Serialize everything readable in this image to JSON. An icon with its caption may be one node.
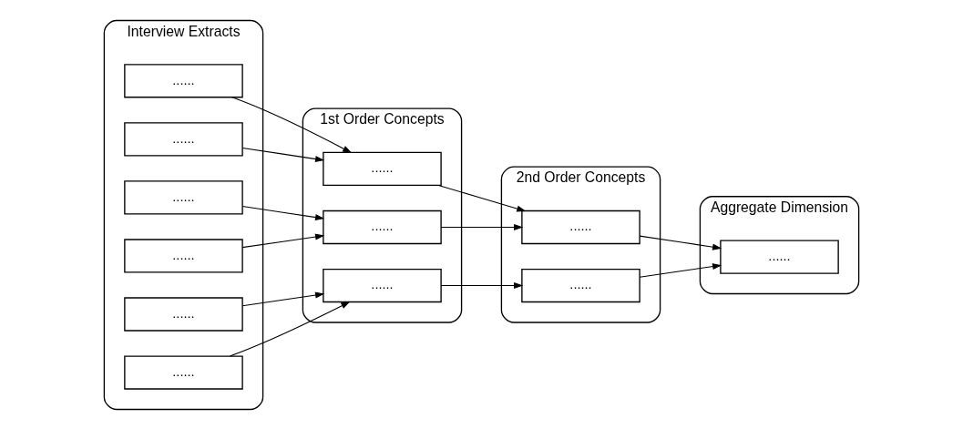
{
  "diagram": {
    "nodes": [
      {
        "text": [
          "Interview Extracts"
        ]
      },
      {
        "text": [
          "......"
        ],
        "in": 0
      },
      {
        "text": [
          "......"
        ],
        "in": 0
      },
      {
        "text": [
          "......"
        ],
        "in": 0
      },
      {
        "text": [
          "......"
        ],
        "in": 0
      },
      {
        "text": [
          "......"
        ],
        "in": 0
      },
      {
        "text": [
          "......"
        ],
        "in": 0
      },
      {
        "text": [
          "1st Order Concepts"
        ]
      },
      {
        "text": [
          "......"
        ],
        "in": 7
      },
      {
        "text": [
          "......"
        ],
        "in": 7
      },
      {
        "text": [
          "......"
        ],
        "in": 7
      },
      {
        "text": [
          "2nd Order Concepts"
        ]
      },
      {
        "text": [
          "......"
        ],
        "in": 11
      },
      {
        "text": [
          "......"
        ],
        "in": 11
      },
      {
        "text": [
          "Aggregate Dimension"
        ]
      },
      {
        "text": [
          "......"
        ],
        "in": 14
      }
    ],
    "edges": [
      {
        "from": 1,
        "to": 8,
        "arrow": "to"
      },
      {
        "from": 2,
        "to": 8,
        "arrow": "to"
      },
      {
        "from": 3,
        "to": 9,
        "arrow": "to"
      },
      {
        "from": 4,
        "to": 9,
        "arrow": "to"
      },
      {
        "from": 5,
        "to": 10,
        "arrow": "to"
      },
      {
        "from": 6,
        "to": 10,
        "arrow": "to"
      },
      {
        "from": 8,
        "to": 12,
        "arrow": "to"
      },
      {
        "from": 9,
        "to": 12,
        "arrow": "to"
      },
      {
        "from": 10,
        "to": 13,
        "arrow": "to"
      },
      {
        "from": 12,
        "to": 15,
        "arrow": "to"
      },
      {
        "from": 13,
        "to": 15,
        "arrow": "to"
      }
    ]
  }
}
